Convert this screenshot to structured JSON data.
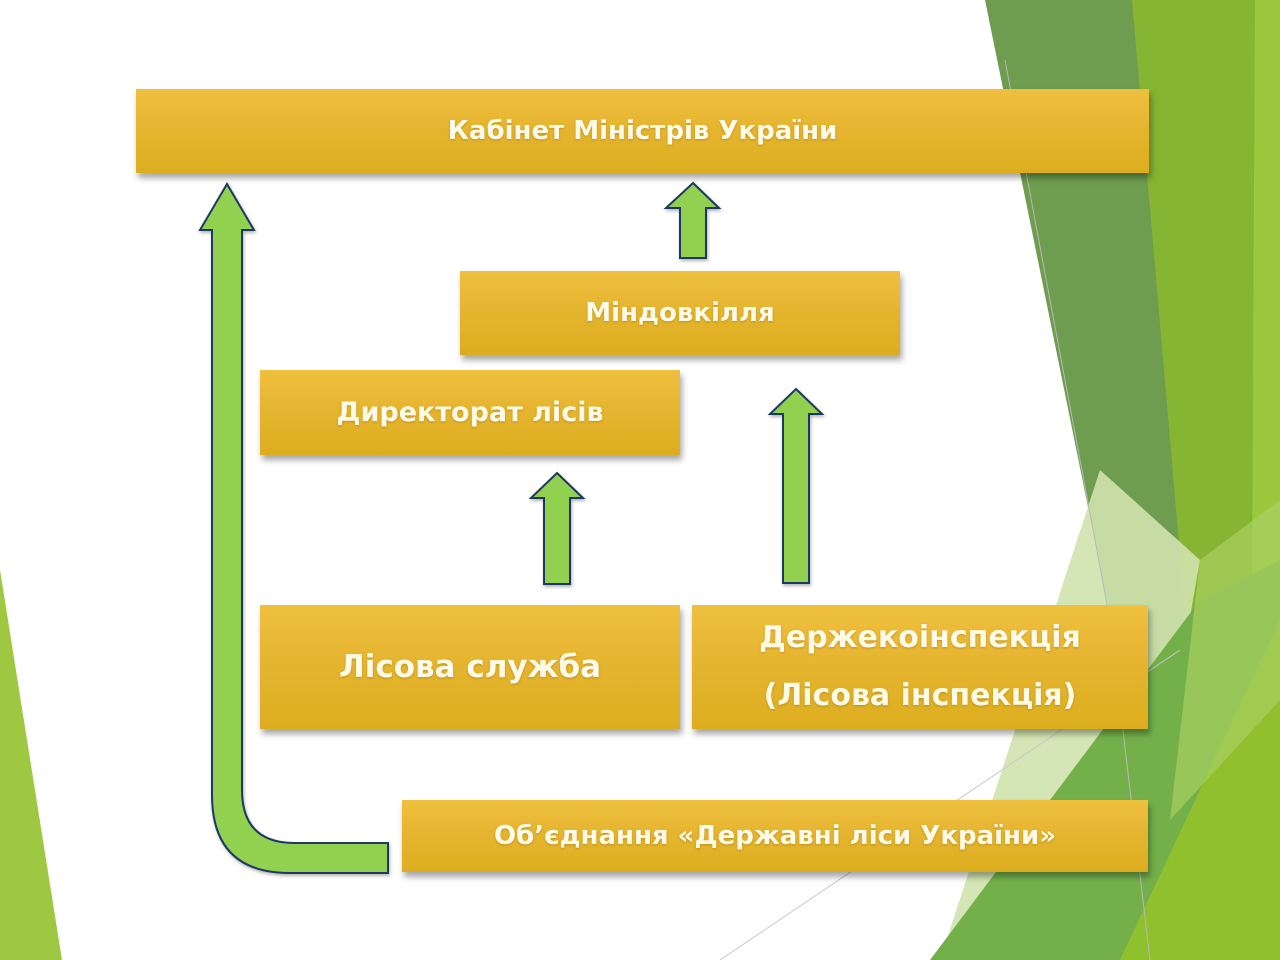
{
  "slide": {
    "theme_colors": {
      "box_fill": "#e3b42b",
      "box_text": "#fffbe8",
      "arrow_fill": "#92d050",
      "arrow_stroke": "#1f3864",
      "dark_green": "#6e9c4e",
      "mid_green": "#84b532",
      "light_green": "#9cc93e"
    },
    "nodes": {
      "cabinet": {
        "label": "Кабінет Міністрів України"
      },
      "ministry": {
        "label": "Міндовкілля"
      },
      "directorate": {
        "label": "Директорат лісів"
      },
      "forest_service": {
        "label": "Лісова служба"
      },
      "inspection": {
        "label_line1": "Держекоінспекція",
        "label_line2": "(Лісова інспекція)"
      },
      "association": {
        "label": "Об’єднання «Державні ліси України»"
      }
    },
    "connections": [
      {
        "from": "Міндовкілля",
        "to": "Кабінет Міністрів України"
      },
      {
        "from": "Лісова служба",
        "to": "Директорат лісів"
      },
      {
        "from": "Держекоінспекція (Лісова інспекція)",
        "to": "Міндовкілля"
      },
      {
        "from": "Об’єднання «Державні ліси України»",
        "to": "Кабінет Міністрів України"
      }
    ]
  }
}
